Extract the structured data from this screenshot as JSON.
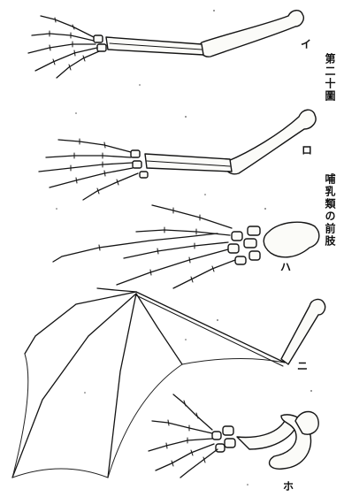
{
  "caption": {
    "title": "第二十圖",
    "subtitle": "哺乳類の前肢"
  },
  "labels": {
    "i": "イ",
    "ro": "ロ",
    "ha": "ハ",
    "ni": "ニ",
    "ho": "ホ"
  }
}
